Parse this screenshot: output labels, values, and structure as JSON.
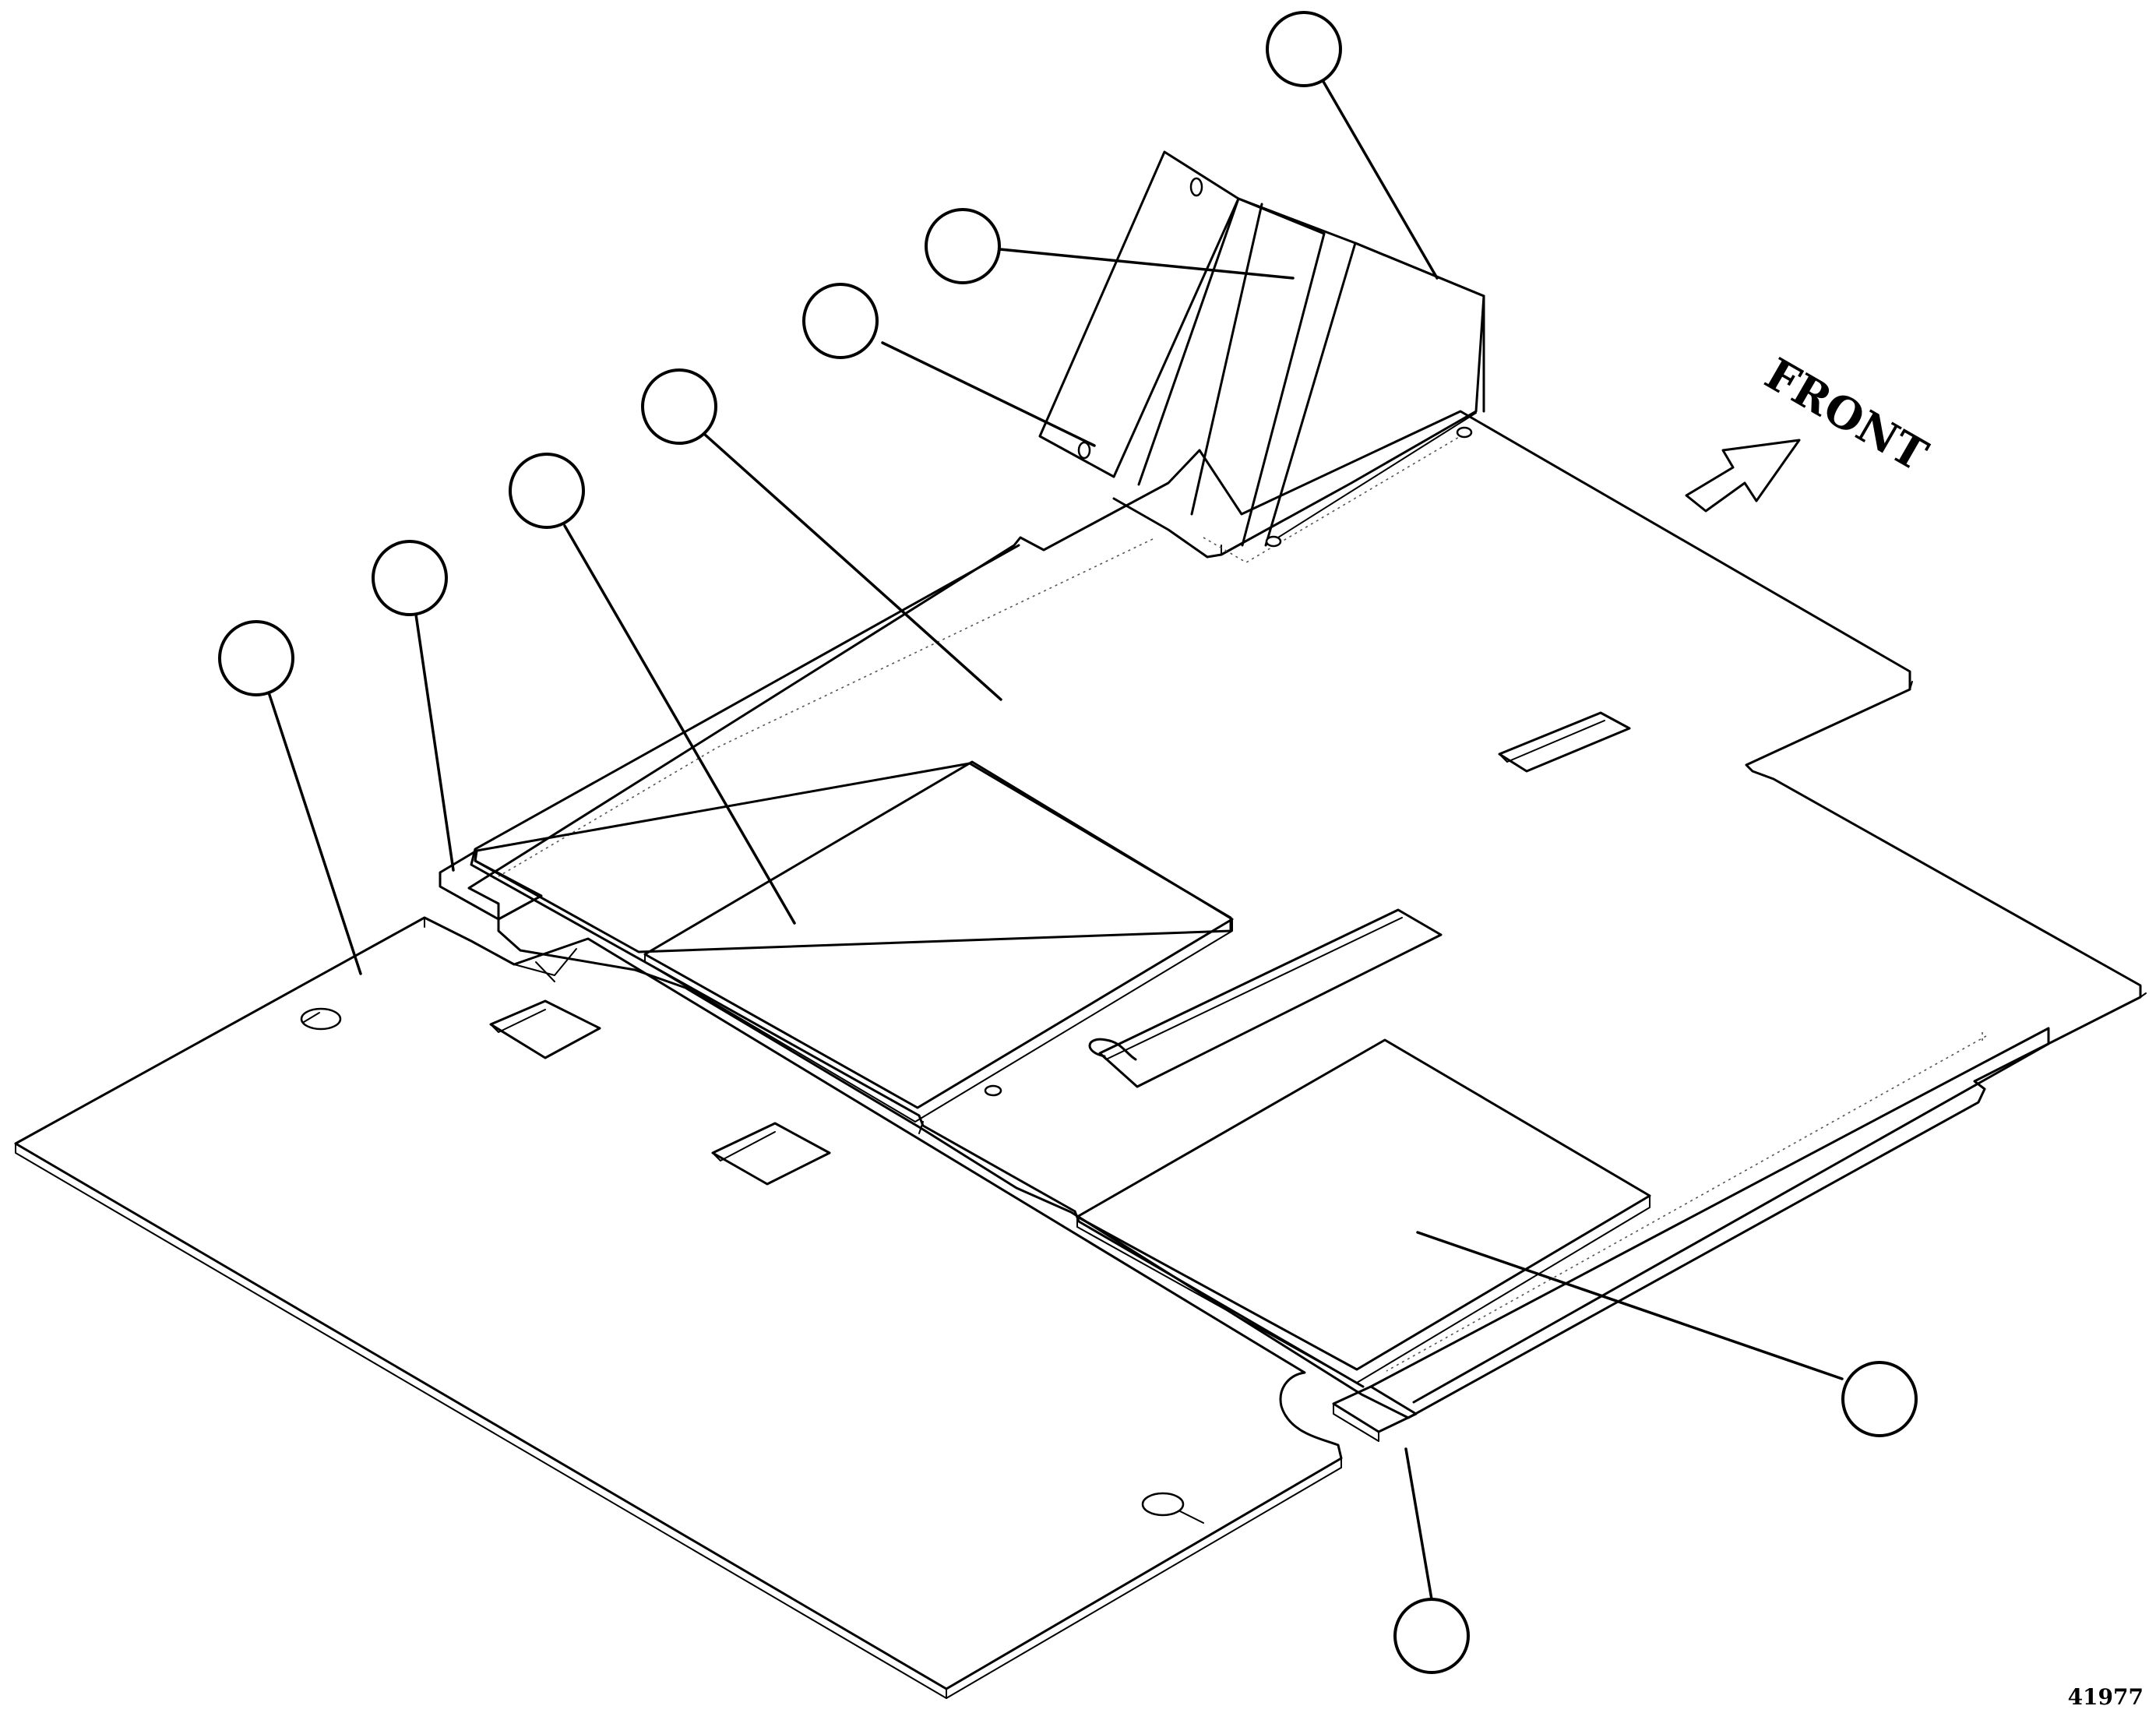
{
  "direction_label": "FRONT",
  "figure_number": "41977",
  "callout_count": 9
}
